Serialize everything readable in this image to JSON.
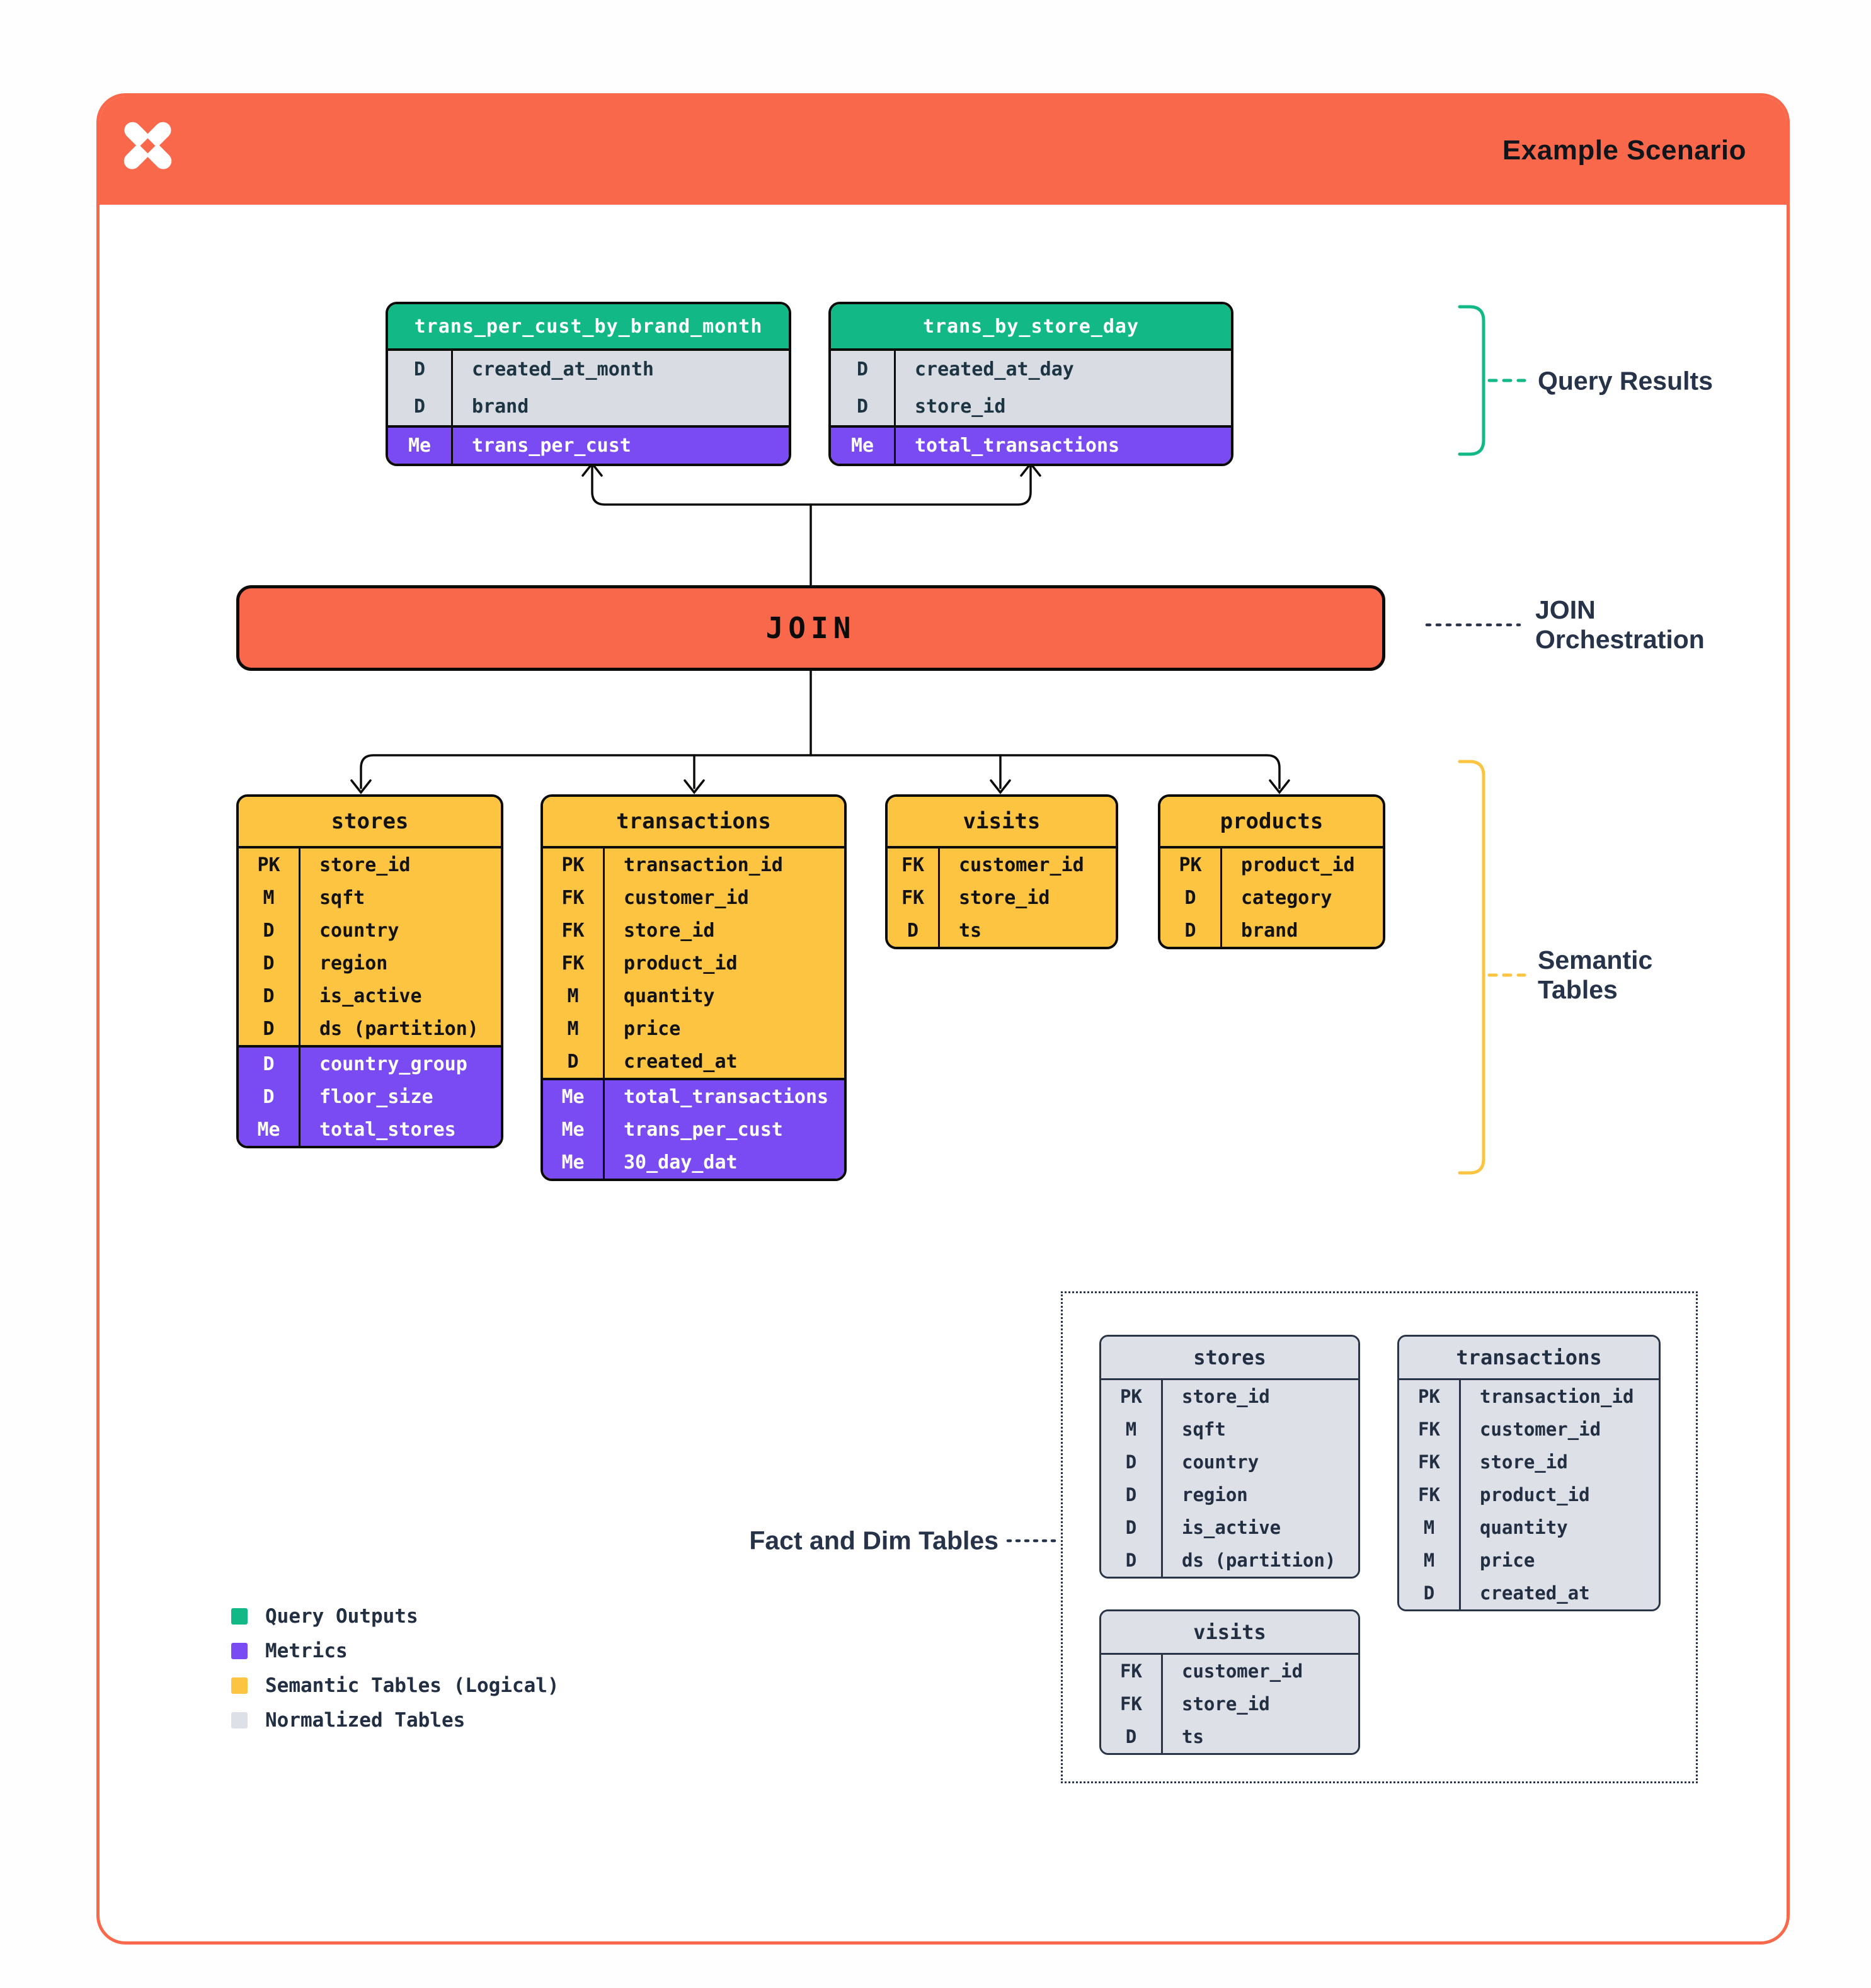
{
  "header": {
    "title": "Example Scenario",
    "logo": "four-point-star-x-logo"
  },
  "join": {
    "label": "JOIN"
  },
  "labels": {
    "query_results": "Query Results",
    "join_orchestration_line1": "JOIN",
    "join_orchestration_line2": "Orchestration",
    "semantic_tables_line1": "Semantic",
    "semantic_tables_line2": "Tables",
    "fact_and_dim_tables": "Fact and Dim Tables"
  },
  "query_tables": [
    {
      "name": "trans_per_cust_by_brand_month",
      "rows": [
        {
          "badge": "D",
          "field": "created_at_month",
          "derived": false
        },
        {
          "badge": "D",
          "field": "brand",
          "derived": false
        },
        {
          "badge": "Me",
          "field": "trans_per_cust",
          "derived": true
        }
      ]
    },
    {
      "name": "trans_by_store_day",
      "rows": [
        {
          "badge": "D",
          "field": "created_at_day",
          "derived": false
        },
        {
          "badge": "D",
          "field": "store_id",
          "derived": false
        },
        {
          "badge": "Me",
          "field": "total_transactions",
          "derived": true
        }
      ]
    }
  ],
  "semantic_tables": [
    {
      "name": "stores",
      "rows": [
        {
          "badge": "PK",
          "field": "store_id",
          "derived": false
        },
        {
          "badge": "M",
          "field": "sqft",
          "derived": false
        },
        {
          "badge": "D",
          "field": "country",
          "derived": false
        },
        {
          "badge": "D",
          "field": "region",
          "derived": false
        },
        {
          "badge": "D",
          "field": "is_active",
          "derived": false
        },
        {
          "badge": "D",
          "field": "ds (partition)",
          "derived": false
        },
        {
          "badge": "D",
          "field": "country_group",
          "derived": true
        },
        {
          "badge": "D",
          "field": "floor_size",
          "derived": true
        },
        {
          "badge": "Me",
          "field": "total_stores",
          "derived": true
        }
      ]
    },
    {
      "name": "transactions",
      "rows": [
        {
          "badge": "PK",
          "field": "transaction_id",
          "derived": false
        },
        {
          "badge": "FK",
          "field": "customer_id",
          "derived": false
        },
        {
          "badge": "FK",
          "field": "store_id",
          "derived": false
        },
        {
          "badge": "FK",
          "field": "product_id",
          "derived": false
        },
        {
          "badge": "M",
          "field": "quantity",
          "derived": false
        },
        {
          "badge": "M",
          "field": "price",
          "derived": false
        },
        {
          "badge": "D",
          "field": "created_at",
          "derived": false
        },
        {
          "badge": "Me",
          "field": "total_transactions",
          "derived": true
        },
        {
          "badge": "Me",
          "field": "trans_per_cust",
          "derived": true
        },
        {
          "badge": "Me",
          "field": "30_day_dat",
          "derived": true
        }
      ]
    },
    {
      "name": "visits",
      "rows": [
        {
          "badge": "FK",
          "field": "customer_id",
          "derived": false
        },
        {
          "badge": "FK",
          "field": "store_id",
          "derived": false
        },
        {
          "badge": "D",
          "field": "ts",
          "derived": false
        }
      ]
    },
    {
      "name": "products",
      "rows": [
        {
          "badge": "PK",
          "field": "product_id",
          "derived": false
        },
        {
          "badge": "D",
          "field": "category",
          "derived": false
        },
        {
          "badge": "D",
          "field": "brand",
          "derived": false
        }
      ]
    }
  ],
  "normalized_tables": [
    {
      "name": "stores",
      "rows": [
        {
          "badge": "PK",
          "field": "store_id",
          "derived": false
        },
        {
          "badge": "M",
          "field": "sqft",
          "derived": false
        },
        {
          "badge": "D",
          "field": "country",
          "derived": false
        },
        {
          "badge": "D",
          "field": "region",
          "derived": false
        },
        {
          "badge": "D",
          "field": "is_active",
          "derived": false
        },
        {
          "badge": "D",
          "field": "ds (partition)",
          "derived": false
        }
      ]
    },
    {
      "name": "transactions",
      "rows": [
        {
          "badge": "PK",
          "field": "transaction_id",
          "derived": false
        },
        {
          "badge": "FK",
          "field": "customer_id",
          "derived": false
        },
        {
          "badge": "FK",
          "field": "store_id",
          "derived": false
        },
        {
          "badge": "FK",
          "field": "product_id",
          "derived": false
        },
        {
          "badge": "M",
          "field": "quantity",
          "derived": false
        },
        {
          "badge": "M",
          "field": "price",
          "derived": false
        },
        {
          "badge": "D",
          "field": "created_at",
          "derived": false
        }
      ]
    },
    {
      "name": "visits",
      "rows": [
        {
          "badge": "FK",
          "field": "customer_id",
          "derived": false
        },
        {
          "badge": "FK",
          "field": "store_id",
          "derived": false
        },
        {
          "badge": "D",
          "field": "ts",
          "derived": false
        }
      ]
    }
  ],
  "legend": [
    {
      "label": "Query Outputs",
      "color": "#12B886"
    },
    {
      "label": "Metrics",
      "color": "#7A4AF2"
    },
    {
      "label": "Semantic Tables (Logical)",
      "color": "#FCC440"
    },
    {
      "label": "Normalized Tables",
      "color": "#DDE0E6"
    }
  ],
  "colors": {
    "accent_orange": "#F9684A",
    "query_output_green": "#12B886",
    "metric_purple": "#7A4AF2",
    "semantic_yellow": "#FCC440",
    "normalized_gray": "#DDE0E6",
    "dimension_row_gray": "#D9DDE3",
    "ink_navy": "#273349",
    "line_black": "#0B0B09"
  }
}
